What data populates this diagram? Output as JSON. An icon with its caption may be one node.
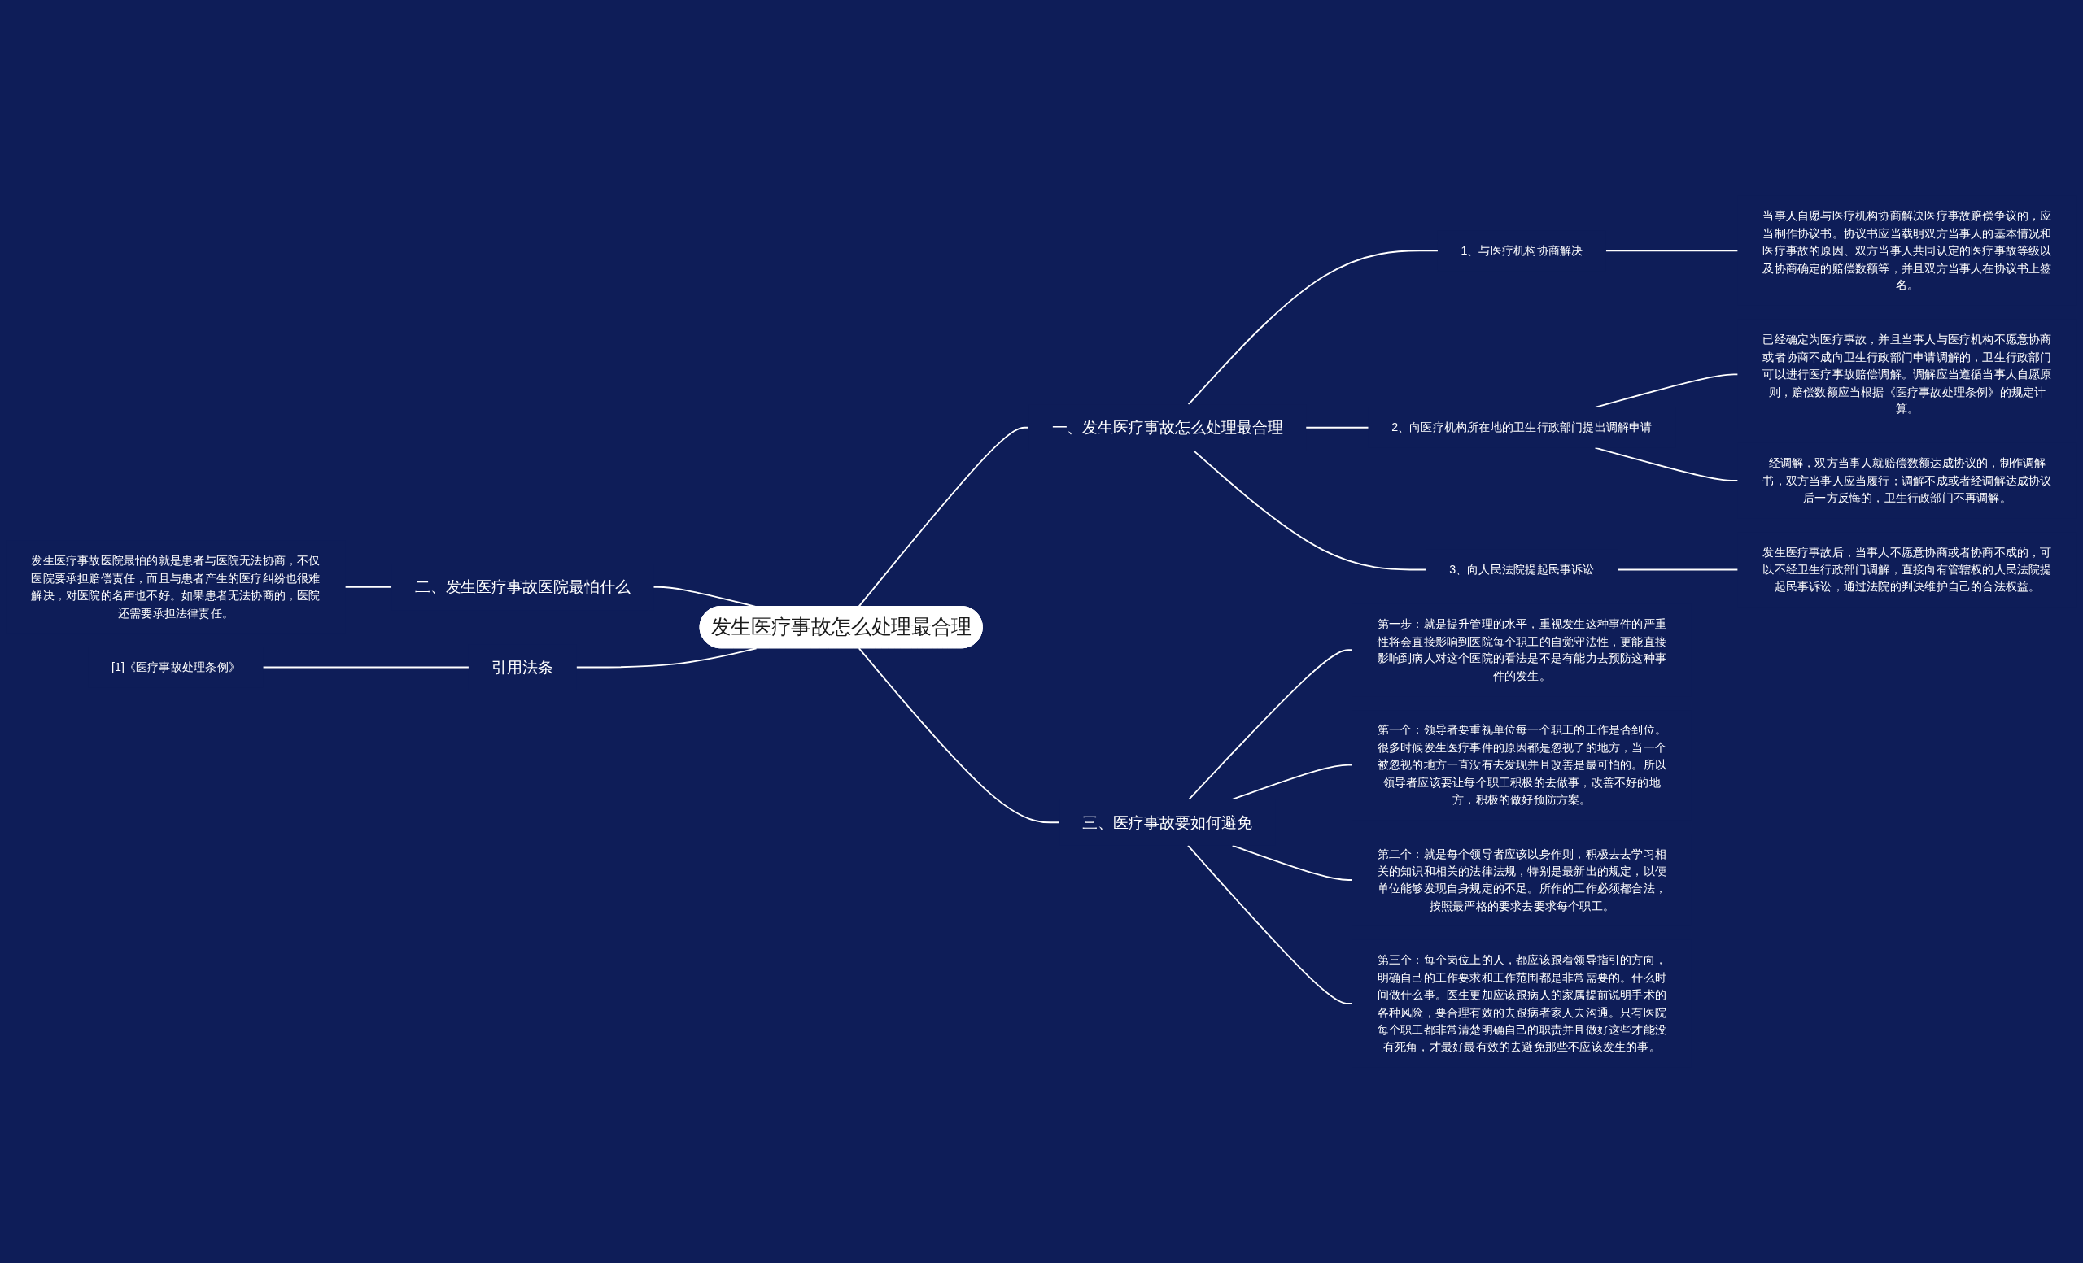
{
  "diagram": {
    "nodes": [
      {
        "text": [
          "发生医疗事故怎么处理最合理"
        ]
      },
      {
        "text": [
          "一、发生医疗事故怎么处理最合理"
        ]
      },
      {
        "text": [
          "1、与医疗机构协商解决"
        ]
      },
      {
        "text": [
          "当事人自愿与医疗机构协商解决医疗事故赔偿争议的，应当制作协议书。协议书应当载明双方当事人的基本情况和医疗事故的原因、双方当事人共同认定的医疗事故等级以及协商确定的赔偿数额等，并且双方当事人在协议书上签名。"
        ]
      },
      {
        "text": [
          "2、向医疗机构所在地的卫生行政部门提出调解申请"
        ]
      },
      {
        "text": [
          "已经确定为医疗事故，并且当事人与医疗机构不愿意协商或者协商不成向卫生行政部门申请调解的，卫生行政部门可以进行医疗事故赔偿调解。调解应当遵循当事人自愿原则，赔偿数额应当根据《医疗事故处理条例》的规定计算。"
        ]
      },
      {
        "text": [
          "经调解，双方当事人就赔偿数额达成协议的，制作调解书，双方当事人应当履行；调解不成或者经调解达成协议后一方反悔的，卫生行政部门不再调解。"
        ]
      },
      {
        "text": [
          "3、向人民法院提起民事诉讼"
        ]
      },
      {
        "text": [
          "发生医疗事故后，当事人不愿意协商或者协商不成的，可以不经卫生行政部门调解，直接向有管辖权的人民法院提起民事诉讼，通过法院的判决维护自己的合法权益。"
        ]
      },
      {
        "text": [
          "二、发生医疗事故医院最怕什么"
        ]
      },
      {
        "text": [
          "发生医疗事故医院最怕的就是患者与医院无法协商，不仅医院要承担赔偿责任，而且与患者产生的医疗纠纷也很难解决，对医院的名声也不好。如果患者无法协商的，医院还需要承担法律责任。"
        ]
      },
      {
        "text": [
          "引用法条"
        ]
      },
      {
        "text": [
          "[1]《医疗事故处理条例》"
        ]
      },
      {
        "text": [
          "三、医疗事故要如何避免"
        ]
      },
      {
        "text": [
          "第一步：就是提升管理的水平，重视发生这种事件的严重性将会直接影响到医院每个职工的自觉守法性，更能直接影响到病人对这个医院的看法是不是有能力去预防这种事件的发生。"
        ]
      },
      {
        "text": [
          "第一个：领导者要重视单位每一个职工的工作是否到位。很多时候发生医疗事件的原因都是忽视了的地方，当一个被忽视的地方一直没有去发现并且改善是最可怕的。所以领导者应该要让每个职工积极的去做事，改善不好的地方，积极的做好预防方案。"
        ]
      },
      {
        "text": [
          "第二个：就是每个领导者应该以身作则，积极去去学习相关的知识和相关的法律法规，特别是最新出的规定，以便单位能够发现自身规定的不足。所作的工作必须都合法，按照最严格的要求去要求每个职工。"
        ]
      },
      {
        "text": [
          "第三个：每个岗位上的人，都应该跟着领导指引的方向，明确自己的工作要求和工作范围都是非常需要的。什么时间做什么事。医生更加应该跟病人的家属提前说明手术的各种风险，要合理有效的去跟病者家人去沟通。只有医院每个职工都非常清楚明确自己的职责并且做好这些才能没有死角，才最好最有效的去避免那些不应该发生的事。"
        ]
      }
    ],
    "edges": [
      {
        "from": 0,
        "to": 1,
        "arrow": "none"
      },
      {
        "from": 1,
        "to": 2,
        "arrow": "none"
      },
      {
        "from": 2,
        "to": 3,
        "arrow": "none"
      },
      {
        "from": 1,
        "to": 4,
        "arrow": "none"
      },
      {
        "from": 4,
        "to": 5,
        "arrow": "none"
      },
      {
        "from": 4,
        "to": 6,
        "arrow": "none"
      },
      {
        "from": 1,
        "to": 7,
        "arrow": "none"
      },
      {
        "from": 7,
        "to": 8,
        "arrow": "none"
      },
      {
        "from": 10,
        "to": 9,
        "arrow": "none"
      },
      {
        "from": 9,
        "to": 0,
        "arrow": "none"
      },
      {
        "from": 12,
        "to": 11,
        "arrow": "none"
      },
      {
        "from": 11,
        "to": 0,
        "arrow": "none"
      },
      {
        "from": 0,
        "to": 13,
        "arrow": "none"
      },
      {
        "from": 13,
        "to": 14,
        "arrow": "none"
      },
      {
        "from": 13,
        "to": 15,
        "arrow": "none"
      },
      {
        "from": 13,
        "to": 16,
        "arrow": "none"
      },
      {
        "from": 13,
        "to": 17,
        "arrow": "none"
      }
    ]
  }
}
